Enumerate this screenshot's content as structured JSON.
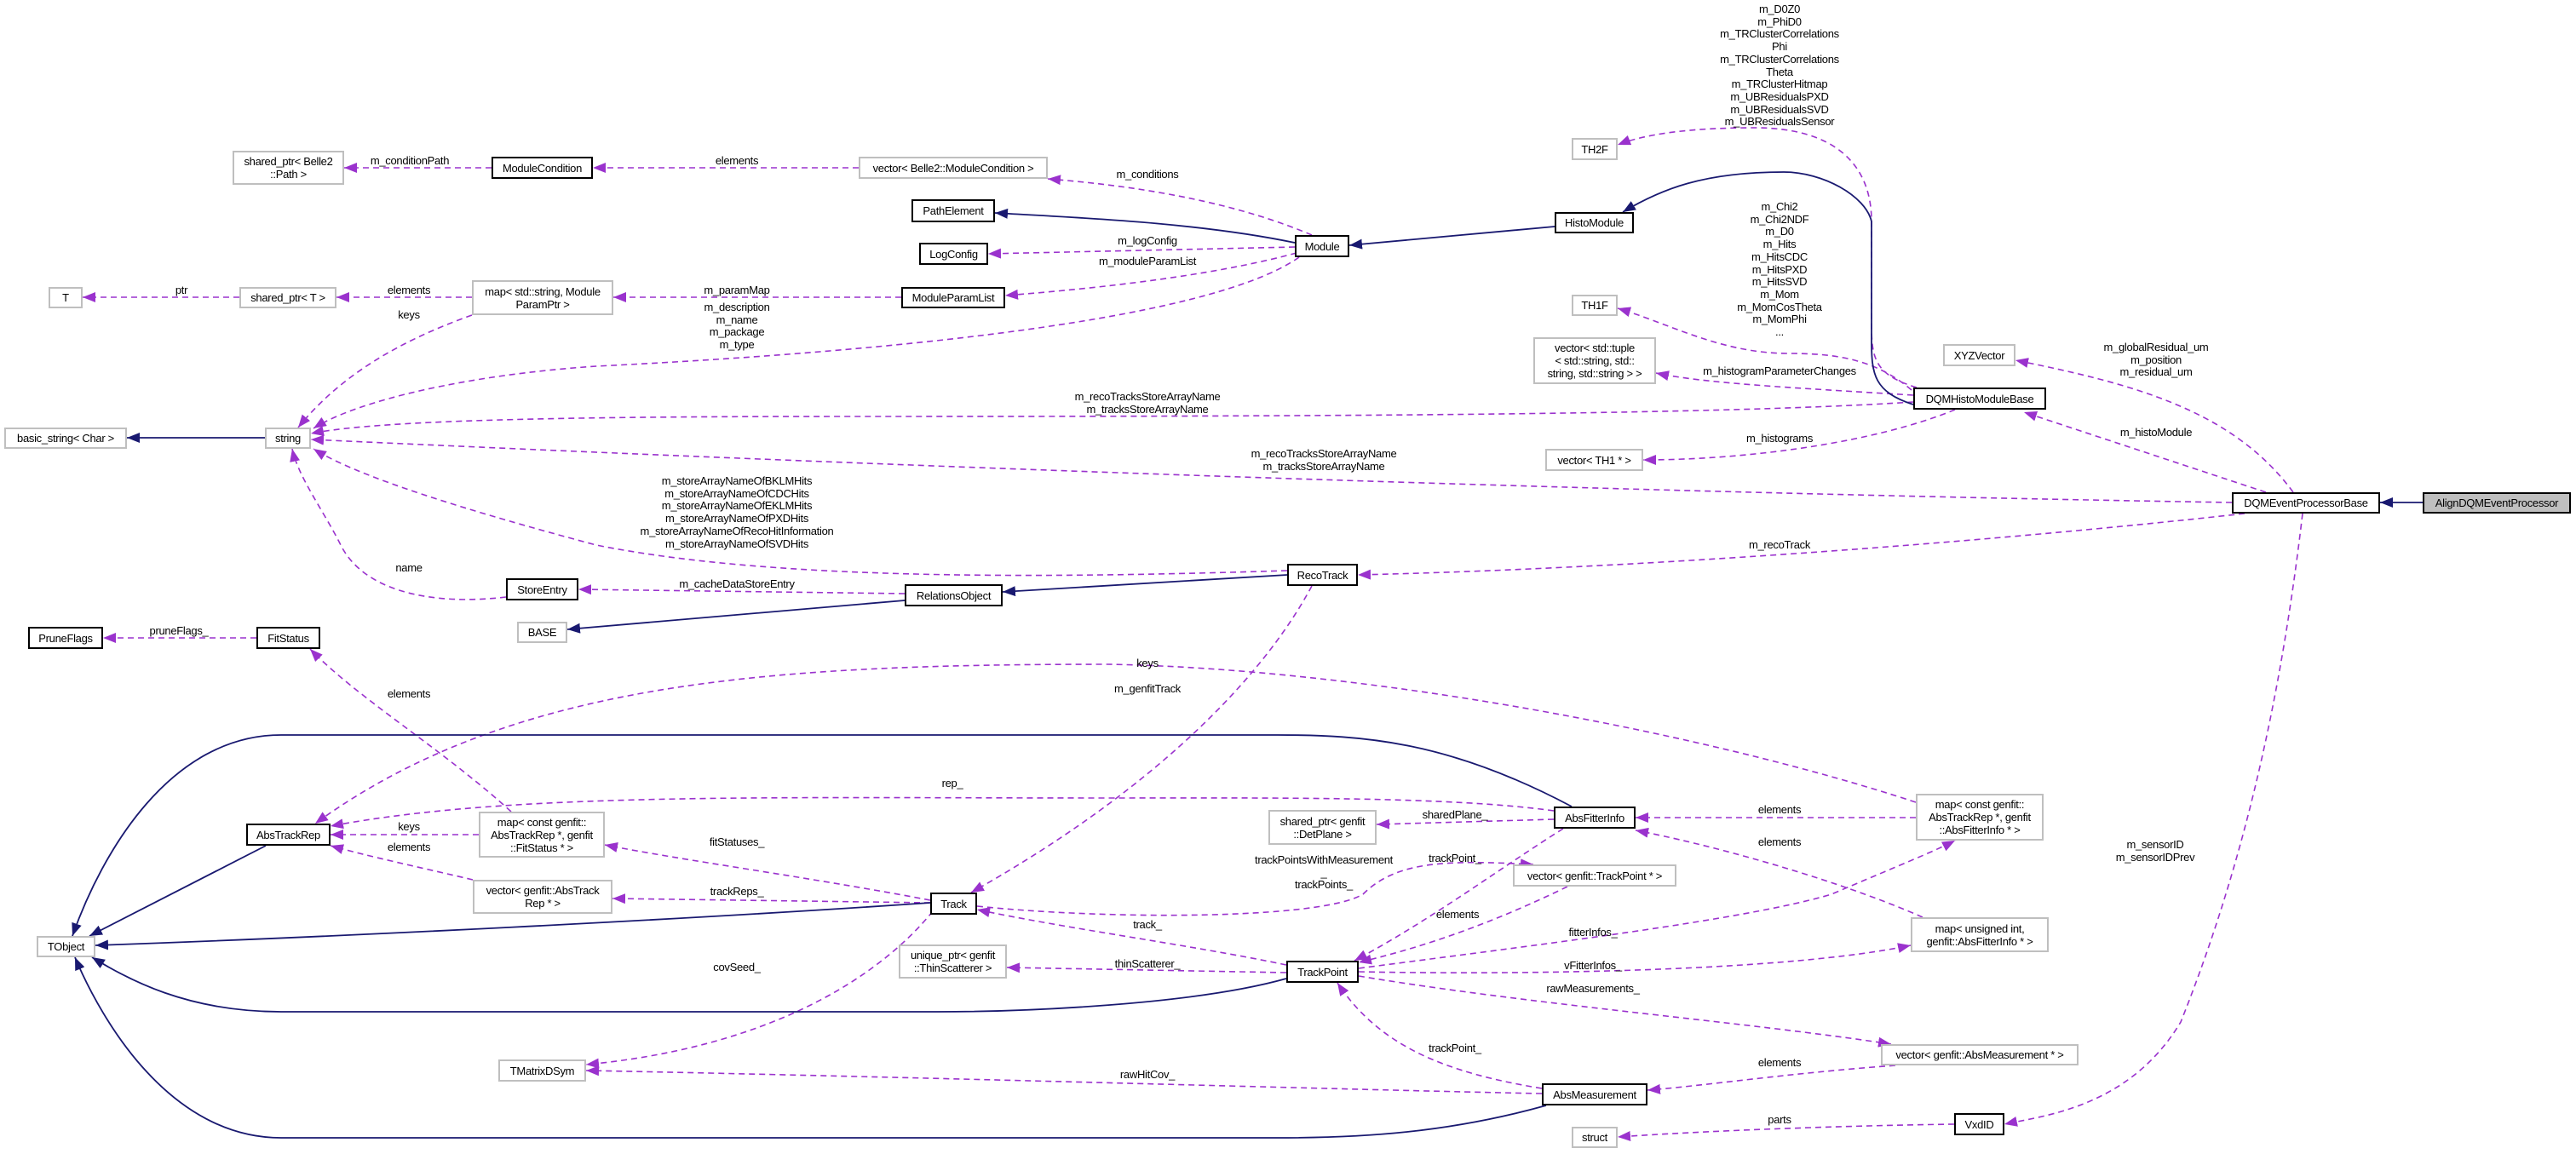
{
  "colors": {
    "member_edge": "#9a32cd",
    "inheritance_edge": "#191970",
    "documented_border": "#000000",
    "undocumented_border": "#bfbfbf",
    "current_fill": "#bfbfbf"
  },
  "nodes": [
    {
      "id": "T",
      "label": [
        "T"
      ],
      "style": "plain"
    },
    {
      "id": "sp_T",
      "label": [
        "shared_ptr< T >"
      ],
      "style": "plain"
    },
    {
      "id": "sp_path",
      "label": [
        "shared_ptr< Belle2",
        "::Path >"
      ],
      "style": "plain"
    },
    {
      "id": "ModuleCondition",
      "label": [
        "ModuleCondition"
      ],
      "style": "documented"
    },
    {
      "id": "map_mpp",
      "label": [
        "map< std::string, Module",
        "ParamPtr >"
      ],
      "style": "plain"
    },
    {
      "id": "basic_string",
      "label": [
        "basic_string< Char >"
      ],
      "style": "plain"
    },
    {
      "id": "string",
      "label": [
        "string"
      ],
      "style": "plain"
    },
    {
      "id": "StoreEntry",
      "label": [
        "StoreEntry"
      ],
      "style": "documented"
    },
    {
      "id": "PruneFlags",
      "label": [
        "PruneFlags"
      ],
      "style": "documented"
    },
    {
      "id": "FitStatus",
      "label": [
        "FitStatus"
      ],
      "style": "documented"
    },
    {
      "id": "BASE",
      "label": [
        "BASE"
      ],
      "style": "plain"
    },
    {
      "id": "AbsTrackRep",
      "label": [
        "AbsTrackRep"
      ],
      "style": "documented"
    },
    {
      "id": "map_fs",
      "label": [
        "map< const genfit::",
        "AbsTrackRep *, genfit",
        "::FitStatus * >"
      ],
      "style": "plain"
    },
    {
      "id": "vec_atr",
      "label": [
        "vector< genfit::AbsTrack",
        "Rep * >"
      ],
      "style": "plain"
    },
    {
      "id": "TObject",
      "label": [
        "TObject"
      ],
      "style": "plain"
    },
    {
      "id": "TMatrixDSym",
      "label": [
        "TMatrixDSym"
      ],
      "style": "plain"
    },
    {
      "id": "vec_mc",
      "label": [
        "vector< Belle2::ModuleCondition >"
      ],
      "style": "plain"
    },
    {
      "id": "PathElement",
      "label": [
        "PathElement"
      ],
      "style": "documented"
    },
    {
      "id": "LogConfig",
      "label": [
        "LogConfig"
      ],
      "style": "documented"
    },
    {
      "id": "ModuleParamList",
      "label": [
        "ModuleParamList"
      ],
      "style": "documented"
    },
    {
      "id": "Module",
      "label": [
        "Module"
      ],
      "style": "documented"
    },
    {
      "id": "HistoModule",
      "label": [
        "HistoModule"
      ],
      "style": "documented"
    },
    {
      "id": "TH2F",
      "label": [
        "TH2F"
      ],
      "style": "plain"
    },
    {
      "id": "TH1F",
      "label": [
        "TH1F"
      ],
      "style": "plain"
    },
    {
      "id": "vec_tuple",
      "label": [
        "vector< std::tuple",
        "< std::string, std::",
        "string, std::string > >"
      ],
      "style": "plain"
    },
    {
      "id": "vec_th1",
      "label": [
        "vector< TH1 * >"
      ],
      "style": "plain"
    },
    {
      "id": "RecoTrack",
      "label": [
        "RecoTrack"
      ],
      "style": "documented"
    },
    {
      "id": "RelationsObject",
      "label": [
        "RelationsObject"
      ],
      "style": "documented"
    },
    {
      "id": "Track",
      "label": [
        "Track"
      ],
      "style": "documented"
    },
    {
      "id": "AbsFitterInfo",
      "label": [
        "AbsFitterInfo"
      ],
      "style": "documented"
    },
    {
      "id": "sp_detplane",
      "label": [
        "shared_ptr< genfit",
        "::DetPlane >"
      ],
      "style": "plain"
    },
    {
      "id": "vec_tp",
      "label": [
        "vector< genfit::TrackPoint * >"
      ],
      "style": "plain"
    },
    {
      "id": "unique_ts",
      "label": [
        "unique_ptr< genfit",
        "::ThinScatterer >"
      ],
      "style": "plain"
    },
    {
      "id": "TrackPoint",
      "label": [
        "TrackPoint"
      ],
      "style": "documented"
    },
    {
      "id": "AbsMeasurement",
      "label": [
        "AbsMeasurement"
      ],
      "style": "documented"
    },
    {
      "id": "struct",
      "label": [
        "struct"
      ],
      "style": "plain"
    },
    {
      "id": "XYZVector",
      "label": [
        "XYZVector"
      ],
      "style": "plain"
    },
    {
      "id": "DQMHistoModuleBase",
      "label": [
        "DQMHistoModuleBase"
      ],
      "style": "documented"
    },
    {
      "id": "DQMEventProcessorBase",
      "label": [
        "DQMEventProcessorBase"
      ],
      "style": "documented"
    },
    {
      "id": "AlignDQMEventProcessor",
      "label": [
        "AlignDQMEventProcessor"
      ],
      "style": "current"
    },
    {
      "id": "map_afi",
      "label": [
        "map< const genfit::",
        "AbsTrackRep *, genfit",
        "::AbsFitterInfo * >"
      ],
      "style": "plain"
    },
    {
      "id": "map_ui",
      "label": [
        "map< unsigned int,",
        "genfit::AbsFitterInfo * >"
      ],
      "style": "plain"
    },
    {
      "id": "vec_am",
      "label": [
        "vector< genfit::AbsMeasurement * >"
      ],
      "style": "plain"
    },
    {
      "id": "VxdID",
      "label": [
        "VxdID"
      ],
      "style": "documented"
    }
  ],
  "edges": [
    {
      "id": "e1",
      "from": "ModuleCondition",
      "to": "sp_path",
      "kind": "member",
      "label": [
        "m_conditionPath"
      ]
    },
    {
      "id": "e2",
      "from": "vec_mc",
      "to": "ModuleCondition",
      "kind": "member",
      "label": [
        "elements"
      ]
    },
    {
      "id": "e3",
      "from": "Module",
      "to": "vec_mc",
      "kind": "member",
      "label": [
        "m_conditions"
      ]
    },
    {
      "id": "e4",
      "from": "Module",
      "to": "LogConfig",
      "kind": "member",
      "label": [
        "m_logConfig"
      ]
    },
    {
      "id": "e5",
      "from": "Module",
      "to": "ModuleParamList",
      "kind": "member",
      "label": [
        "m_moduleParamList"
      ]
    },
    {
      "id": "e6",
      "from": "Module",
      "to": "string",
      "kind": "member",
      "label": [
        "m_description",
        "m_name",
        "m_package",
        "m_type"
      ]
    },
    {
      "id": "e7",
      "from": "ModuleParamList",
      "to": "map_mpp",
      "kind": "member",
      "label": [
        "m_paramMap"
      ]
    },
    {
      "id": "e8",
      "from": "map_mpp",
      "to": "sp_T",
      "kind": "member",
      "label": [
        "elements"
      ]
    },
    {
      "id": "e9",
      "from": "sp_T",
      "to": "T",
      "kind": "member",
      "label": [
        "ptr"
      ]
    },
    {
      "id": "e10",
      "from": "map_mpp",
      "to": "string",
      "kind": "member",
      "label": [
        "keys"
      ]
    },
    {
      "id": "e11",
      "from": "DQMHistoModuleBase",
      "to": "string",
      "kind": "member",
      "label": [
        "m_recoTracksStoreArrayName",
        "m_tracksStoreArrayName"
      ]
    },
    {
      "id": "e12",
      "from": "DQMEventProcessorBase",
      "to": "string",
      "kind": "member",
      "label": [
        "m_recoTracksStoreArrayName",
        "m_tracksStoreArrayName"
      ]
    },
    {
      "id": "e13",
      "from": "RecoTrack",
      "to": "string",
      "kind": "member",
      "label": [
        "m_storeArrayNameOfBKLMHits",
        "m_storeArrayNameOfCDCHits",
        "m_storeArrayNameOfEKLMHits",
        "m_storeArrayNameOfPXDHits",
        "m_storeArrayNameOfRecoHitInformation",
        "m_storeArrayNameOfSVDHits"
      ]
    },
    {
      "id": "e14",
      "from": "StoreEntry",
      "to": "string",
      "kind": "member",
      "label": [
        "name"
      ]
    },
    {
      "id": "e15",
      "from": "RelationsObject",
      "to": "StoreEntry",
      "kind": "member",
      "label": [
        "m_cacheDataStoreEntry"
      ]
    },
    {
      "id": "e16",
      "from": "DQMHistoModuleBase",
      "to": "TH2F",
      "kind": "member",
      "label": [
        "m_D0Z0",
        "m_PhiD0",
        "m_TRClusterCorrelations",
        "Phi",
        "m_TRClusterCorrelations",
        "Theta",
        "m_TRClusterHitmap",
        "m_UBResidualsPXD",
        "m_UBResidualsSVD",
        "m_UBResidualsSensor"
      ]
    },
    {
      "id": "e17",
      "from": "DQMHistoModuleBase",
      "to": "TH1F",
      "kind": "member",
      "label": [
        "m_Chi2",
        "m_Chi2NDF",
        "m_D0",
        "m_Hits",
        "m_HitsCDC",
        "m_HitsPXD",
        "m_HitsSVD",
        "m_Mom",
        "m_MomCosTheta",
        "m_MomPhi",
        "..."
      ]
    },
    {
      "id": "e18",
      "from": "DQMHistoModuleBase",
      "to": "vec_tuple",
      "kind": "member",
      "label": [
        "m_histogramParameterChanges"
      ]
    },
    {
      "id": "e19",
      "from": "DQMHistoModuleBase",
      "to": "vec_th1",
      "kind": "member",
      "label": [
        "m_histograms"
      ]
    },
    {
      "id": "e20",
      "from": "DQMEventProcessorBase",
      "to": "XYZVector",
      "kind": "member",
      "label": [
        "m_globalResidual_um",
        "m_position",
        "m_residual_um"
      ]
    },
    {
      "id": "e21",
      "from": "DQMEventProcessorBase",
      "to": "DQMHistoModuleBase",
      "kind": "member",
      "label": [
        "m_histoModule"
      ]
    },
    {
      "id": "e22",
      "from": "DQMEventProcessorBase",
      "to": "RecoTrack",
      "kind": "member",
      "label": [
        "m_recoTrack"
      ]
    },
    {
      "id": "e23",
      "from": "DQMEventProcessorBase",
      "to": "VxdID",
      "kind": "member",
      "label": [
        "m_sensorID",
        "m_sensorIDPrev"
      ]
    },
    {
      "id": "e24",
      "from": "RecoTrack",
      "to": "Track",
      "kind": "member",
      "label": [
        "m_genfitTrack"
      ]
    },
    {
      "id": "e25",
      "from": "FitStatus",
      "to": "PruneFlags",
      "kind": "member",
      "label": [
        "pruneFlags_"
      ]
    },
    {
      "id": "e26",
      "from": "map_fs",
      "to": "FitStatus",
      "kind": "member",
      "label": [
        "elements"
      ]
    },
    {
      "id": "e27",
      "from": "map_fs",
      "to": "AbsTrackRep",
      "kind": "member",
      "label": [
        "keys"
      ]
    },
    {
      "id": "e28",
      "from": "vec_atr",
      "to": "AbsTrackRep",
      "kind": "member",
      "label": [
        "elements"
      ]
    },
    {
      "id": "e29",
      "from": "Track",
      "to": "map_fs",
      "kind": "member",
      "label": [
        "fitStatuses_"
      ]
    },
    {
      "id": "e30",
      "from": "Track",
      "to": "vec_atr",
      "kind": "member",
      "label": [
        "trackReps_"
      ]
    },
    {
      "id": "e31",
      "from": "Track",
      "to": "TMatrixDSym",
      "kind": "member",
      "label": [
        "covSeed_"
      ]
    },
    {
      "id": "e32",
      "from": "Track",
      "to": "vec_tp",
      "kind": "member",
      "label": [
        "trackPointsWithMeasurement",
        "_",
        "trackPoints_"
      ]
    },
    {
      "id": "e33",
      "from": "map_afi",
      "to": "AbsTrackRep",
      "kind": "member",
      "label": [
        "keys"
      ]
    },
    {
      "id": "e34",
      "from": "AbsFitterInfo",
      "to": "AbsTrackRep",
      "kind": "member",
      "label": [
        "rep_"
      ]
    },
    {
      "id": "e35",
      "from": "AbsFitterInfo",
      "to": "sp_detplane",
      "kind": "member",
      "label": [
        "sharedPlane_"
      ]
    },
    {
      "id": "e36",
      "from": "AbsFitterInfo",
      "to": "TrackPoint",
      "kind": "member",
      "label": [
        "trackPoint_"
      ]
    },
    {
      "id": "e37",
      "from": "vec_tp",
      "to": "TrackPoint",
      "kind": "member",
      "label": [
        "elements"
      ]
    },
    {
      "id": "e38",
      "from": "TrackPoint",
      "to": "Track",
      "kind": "member",
      "label": [
        "track_"
      ]
    },
    {
      "id": "e39",
      "from": "TrackPoint",
      "to": "unique_ts",
      "kind": "member",
      "label": [
        "thinScatterer_"
      ]
    },
    {
      "id": "e40",
      "from": "TrackPoint",
      "to": "map_afi",
      "kind": "member",
      "label": [
        "fitterInfos_"
      ]
    },
    {
      "id": "e41",
      "from": "TrackPoint",
      "to": "map_ui",
      "kind": "member",
      "label": [
        "vFitterInfos_"
      ]
    },
    {
      "id": "e42",
      "from": "TrackPoint",
      "to": "vec_am",
      "kind": "member",
      "label": [
        "rawMeasurements_"
      ]
    },
    {
      "id": "e43",
      "from": "map_afi",
      "to": "AbsFitterInfo",
      "kind": "member",
      "label": [
        "elements"
      ]
    },
    {
      "id": "e44",
      "from": "map_ui",
      "to": "AbsFitterInfo",
      "kind": "member",
      "label": [
        "elements"
      ]
    },
    {
      "id": "e45",
      "from": "AbsMeasurement",
      "to": "TrackPoint",
      "kind": "member",
      "label": [
        "trackPoint_"
      ]
    },
    {
      "id": "e46",
      "from": "AbsMeasurement",
      "to": "TMatrixDSym",
      "kind": "member",
      "label": [
        "rawHitCov_"
      ]
    },
    {
      "id": "e47",
      "from": "vec_am",
      "to": "AbsMeasurement",
      "kind": "member",
      "label": [
        "elements"
      ]
    },
    {
      "id": "e48",
      "from": "VxdID",
      "to": "struct",
      "kind": "member",
      "label": [
        "parts"
      ]
    },
    {
      "id": "n1",
      "from": "string",
      "to": "basic_string",
      "kind": "inheritance",
      "label": []
    },
    {
      "id": "n2",
      "from": "Module",
      "to": "PathElement",
      "kind": "inheritance",
      "label": []
    },
    {
      "id": "n3",
      "from": "HistoModule",
      "to": "Module",
      "kind": "inheritance",
      "label": []
    },
    {
      "id": "n4",
      "from": "DQMHistoModuleBase",
      "to": "HistoModule",
      "kind": "inheritance",
      "label": []
    },
    {
      "id": "n5",
      "from": "AlignDQMEventProcessor",
      "to": "DQMEventProcessorBase",
      "kind": "inheritance",
      "label": []
    },
    {
      "id": "n6",
      "from": "RecoTrack",
      "to": "RelationsObject",
      "kind": "inheritance",
      "label": []
    },
    {
      "id": "n7",
      "from": "RelationsObject",
      "to": "BASE",
      "kind": "inheritance",
      "label": []
    },
    {
      "id": "n8",
      "from": "AbsTrackRep",
      "to": "TObject",
      "kind": "inheritance",
      "label": []
    },
    {
      "id": "n9",
      "from": "Track",
      "to": "TObject",
      "kind": "inheritance",
      "label": []
    },
    {
      "id": "n10",
      "from": "AbsFitterInfo",
      "to": "TObject",
      "kind": "inheritance",
      "label": []
    },
    {
      "id": "n11",
      "from": "TrackPoint",
      "to": "TObject",
      "kind": "inheritance",
      "label": []
    },
    {
      "id": "n12",
      "from": "AbsMeasurement",
      "to": "TObject",
      "kind": "inheritance",
      "label": []
    }
  ]
}
